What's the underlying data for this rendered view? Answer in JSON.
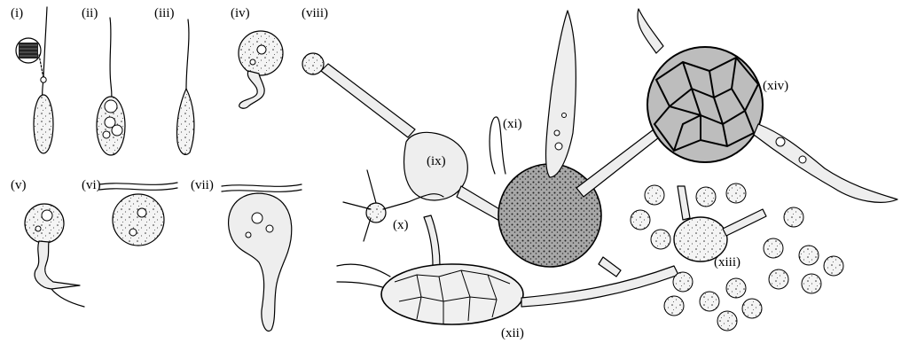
{
  "figure": {
    "panel_labels": [
      "(i)",
      "(ii)",
      "(iii)",
      "(iv)",
      "(v)",
      "(vi)",
      "(vii)",
      "(viii)",
      "(ix)",
      "(x)",
      "(xi)",
      "(xii)",
      "(xiii)",
      "(xiv)"
    ]
  }
}
